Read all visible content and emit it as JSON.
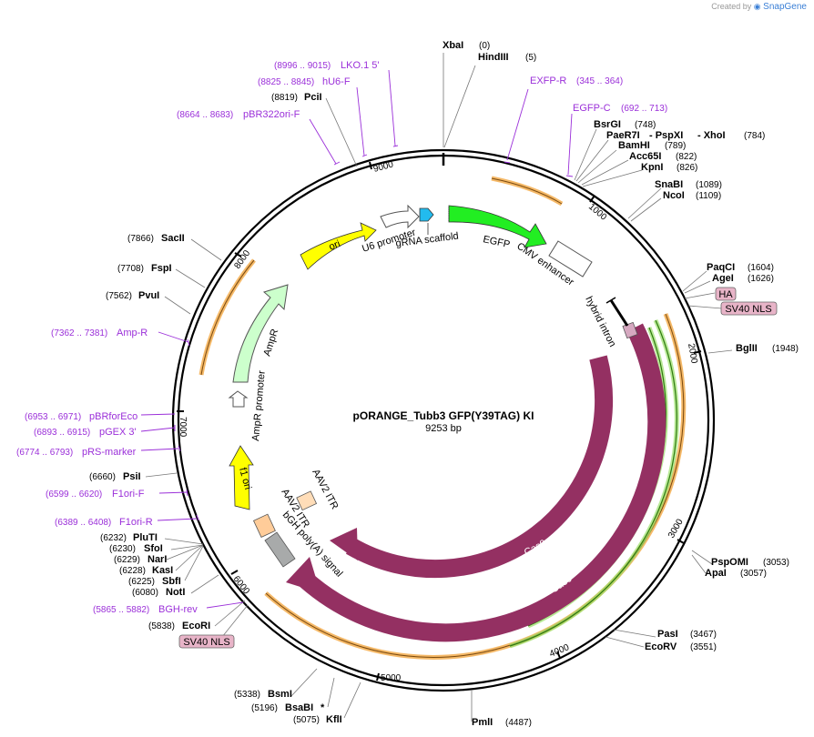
{
  "brand": {
    "prefix": "Created by",
    "name": "SnapGene"
  },
  "plasmid": {
    "name": "pORANGE_Tubb3 GFP(Y39TAG) KI",
    "length": "9253 bp"
  },
  "ticks": [
    "1000",
    "2000",
    "3000",
    "4000",
    "5000",
    "6000",
    "7000",
    "8000",
    "9000"
  ],
  "enzymes": [
    {
      "id": "xbai",
      "name": "XbaI",
      "pos": "(0)"
    },
    {
      "id": "hindiii",
      "name": "HindIII",
      "pos": "(5)"
    },
    {
      "id": "bsrgi",
      "name": "BsrGI",
      "pos": "(748)"
    },
    {
      "id": "paer7i",
      "name": "PaeR7I",
      "pos": ""
    },
    {
      "id": "pspxi",
      "name": "- PspXI",
      "pos": ""
    },
    {
      "id": "xhoi",
      "name": "- XhoI",
      "pos": "(784)"
    },
    {
      "id": "bamhi",
      "name": "BamHI",
      "pos": "(789)"
    },
    {
      "id": "acc65i",
      "name": "Acc65I",
      "pos": "(822)"
    },
    {
      "id": "kpni",
      "name": "KpnI",
      "pos": "(826)"
    },
    {
      "id": "snabi",
      "name": "SnaBI",
      "pos": "(1089)"
    },
    {
      "id": "ncoi",
      "name": "NcoI",
      "pos": "(1109)"
    },
    {
      "id": "paqci",
      "name": "PaqCI",
      "pos": "(1604)"
    },
    {
      "id": "agei",
      "name": "AgeI",
      "pos": "(1626)"
    },
    {
      "id": "bglii",
      "name": "BglII",
      "pos": "(1948)"
    },
    {
      "id": "pspomi",
      "name": "PspOMI",
      "pos": "(3053)"
    },
    {
      "id": "apai",
      "name": "ApaI",
      "pos": "(3057)"
    },
    {
      "id": "pasi",
      "name": "PasI",
      "pos": "(3467)"
    },
    {
      "id": "ecorv",
      "name": "EcoRV",
      "pos": "(3551)"
    },
    {
      "id": "pmli",
      "name": "PmlI",
      "pos": "(4487)"
    },
    {
      "id": "kfli",
      "name": "KflI",
      "pos": "(5075)"
    },
    {
      "id": "bsabi",
      "name": "BsaBI",
      "pos": "(5196)",
      "mark": "*"
    },
    {
      "id": "bsmi",
      "name": "BsmI",
      "pos": "(5338)"
    },
    {
      "id": "ecori",
      "name": "EcoRI",
      "pos": "(5838)"
    },
    {
      "id": "noti",
      "name": "NotI",
      "pos": "(6080)"
    },
    {
      "id": "sbfi",
      "name": "SbfI",
      "pos": "(6225)"
    },
    {
      "id": "kasi",
      "name": "KasI",
      "pos": "(6228)"
    },
    {
      "id": "nari",
      "name": "NarI",
      "pos": "(6229)"
    },
    {
      "id": "sfoi",
      "name": "SfoI",
      "pos": "(6230)"
    },
    {
      "id": "plutI",
      "name": "PluTI",
      "pos": "(6232)"
    },
    {
      "id": "psii",
      "name": "PsiI",
      "pos": "(6660)"
    },
    {
      "id": "pvui",
      "name": "PvuI",
      "pos": "(7562)"
    },
    {
      "id": "fspi",
      "name": "FspI",
      "pos": "(7708)"
    },
    {
      "id": "sacii",
      "name": "SacII",
      "pos": "(7866)"
    },
    {
      "id": "pcii",
      "name": "PciI",
      "pos": "(8819)"
    }
  ],
  "primers": [
    {
      "id": "lko1",
      "name": "LKO.1 5'",
      "range": "(8996 .. 9015)"
    },
    {
      "id": "hu6f",
      "name": "hU6-F",
      "range": "(8825 .. 8845)"
    },
    {
      "id": "pbr322",
      "name": "pBR322ori-F",
      "range": "(8664 .. 8683)"
    },
    {
      "id": "exfpr",
      "name": "EXFP-R",
      "range": "(345 .. 364)"
    },
    {
      "id": "egfpc",
      "name": "EGFP-C",
      "range": "(692 .. 713)"
    },
    {
      "id": "ampr",
      "name": "Amp-R",
      "range": "(7362 .. 7381)"
    },
    {
      "id": "pbrforeco",
      "name": "pBRforEco",
      "range": "(6953 .. 6971)"
    },
    {
      "id": "pgex3",
      "name": "pGEX 3'",
      "range": "(6893 .. 6915)"
    },
    {
      "id": "prsmarker",
      "name": "pRS-marker",
      "range": "(6774 .. 6793)"
    },
    {
      "id": "f1orif",
      "name": "F1ori-F",
      "range": "(6599 .. 6620)"
    },
    {
      "id": "f1orir",
      "name": "F1ori-R",
      "range": "(6389 .. 6408)"
    },
    {
      "id": "bghrev",
      "name": "BGH-rev",
      "range": "(5865 .. 5882)"
    }
  ],
  "tags": [
    {
      "id": "ha",
      "name": "HA"
    },
    {
      "id": "sv40a",
      "name": "SV40 NLS"
    },
    {
      "id": "sv40b",
      "name": "SV40 NLS"
    }
  ],
  "features": [
    {
      "id": "u6",
      "name": "U6 promoter"
    },
    {
      "id": "grna",
      "name": "gRNA scaffold"
    },
    {
      "id": "egfp",
      "name": "EGFP"
    },
    {
      "id": "cmv",
      "name": "CMV enhancer"
    },
    {
      "id": "hybrid",
      "name": "hybrid intron"
    },
    {
      "id": "cas9a",
      "name": "Cas9"
    },
    {
      "id": "cas9b",
      "name": "Cas9"
    },
    {
      "id": "bgh",
      "name": "bGH poly(A) signal"
    },
    {
      "id": "aav1",
      "name": "AAV2 ITR"
    },
    {
      "id": "aav2",
      "name": "AAV2 ITR"
    },
    {
      "id": "f1",
      "name": "f1 ori"
    },
    {
      "id": "amppro",
      "name": "AmpR promoter"
    },
    {
      "id": "ampr",
      "name": "AmpR"
    },
    {
      "id": "ori",
      "name": "ori"
    }
  ],
  "colors": {
    "cas9": "#943062",
    "egfp": "#22ee22",
    "ori": "#ffff00",
    "f1": "#ffff00",
    "ampr": "#ccffcc",
    "grna": "#22bbee",
    "aav": "#ffddb8",
    "bgh": "#a8aaaa",
    "primer": "#9b30d9",
    "orf": "#f2a236",
    "orfgreen": "#4a9a1a"
  }
}
